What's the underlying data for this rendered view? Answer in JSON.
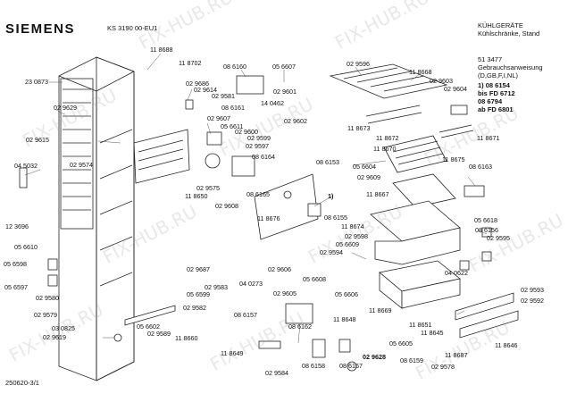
{
  "header": {
    "brand": "SIEMENS",
    "model": "KS 3190 00-EU1",
    "category_line1": "KÜHLGERÄTE",
    "category_line2": "Kühlschränke, Stand",
    "doc_number": "51 3477",
    "doc_title": "Gebrauchsanweisung",
    "doc_langs": "(D,GB,F,I,NL)",
    "variant_a_part": "1) 08 6154",
    "variant_a_range": "bis FD 6712",
    "variant_b_part": "08 6794",
    "variant_b_range": "ab FD 6801"
  },
  "footer": {
    "drawing_id": "250620-3/1"
  },
  "watermarks": [
    "FIX-HUB.RU",
    "FIX-HUB.RU",
    "FIX-HUB.RU",
    "FIX-HUB.RU",
    "FIX-HUB.RU",
    "FIX-HUB.RU",
    "FIX-HUB.RU",
    "FIX-HUB.RU",
    "FIX-HUB.RU",
    "FIX-HUB.RU",
    "FIX-HUB.RU"
  ],
  "parts": [
    "23 0873",
    "11 8688",
    "11 8702",
    "08 6160",
    "05 6607",
    "02 9596",
    "11 8668",
    "02 9686",
    "02 9614",
    "02 9581",
    "02 9601",
    "14 0462",
    "02 9603",
    "02 9604",
    "02 9629",
    "08 6161",
    "02 9602",
    "02 9615",
    "02 9607",
    "05 6611",
    "02 9600",
    "02 9599",
    "02 9597",
    "11 8673",
    "11 8672",
    "11 8671",
    "02 9574",
    "08 6164",
    "11 8670",
    "11 8675",
    "04 5032",
    "05 6604",
    "08 6163",
    "02 9609",
    "08 6153",
    "02 9575",
    "11 8650",
    "08 6165",
    "02 9608",
    "11 8667",
    "1)",
    "11 8676",
    "08 6155",
    "11 8674",
    "05 6618",
    "12 3696",
    "08 6156",
    "02 9598",
    "05 6609",
    "02 9595",
    "05 6610",
    "02 9594",
    "05 6598",
    "02 9687",
    "02 9606",
    "05 6608",
    "04 0622",
    "05 6597",
    "04 0273",
    "02 9583",
    "05 6599",
    "02 9605",
    "05 6606",
    "02 9593",
    "02 9580",
    "02 9582",
    "08 6157",
    "11 8648",
    "11 8669",
    "02 9592",
    "02 9579",
    "05 6602",
    "08 6162",
    "11 8651",
    "03 0825",
    "02 9589",
    "11 8660",
    "11 8645",
    "02 9619",
    "05 6605",
    "11 8646",
    "11 8649",
    "08 6158",
    "08 6167",
    "02 9628",
    "08 6159",
    "11 8687",
    "02 9578",
    "02 9584"
  ]
}
